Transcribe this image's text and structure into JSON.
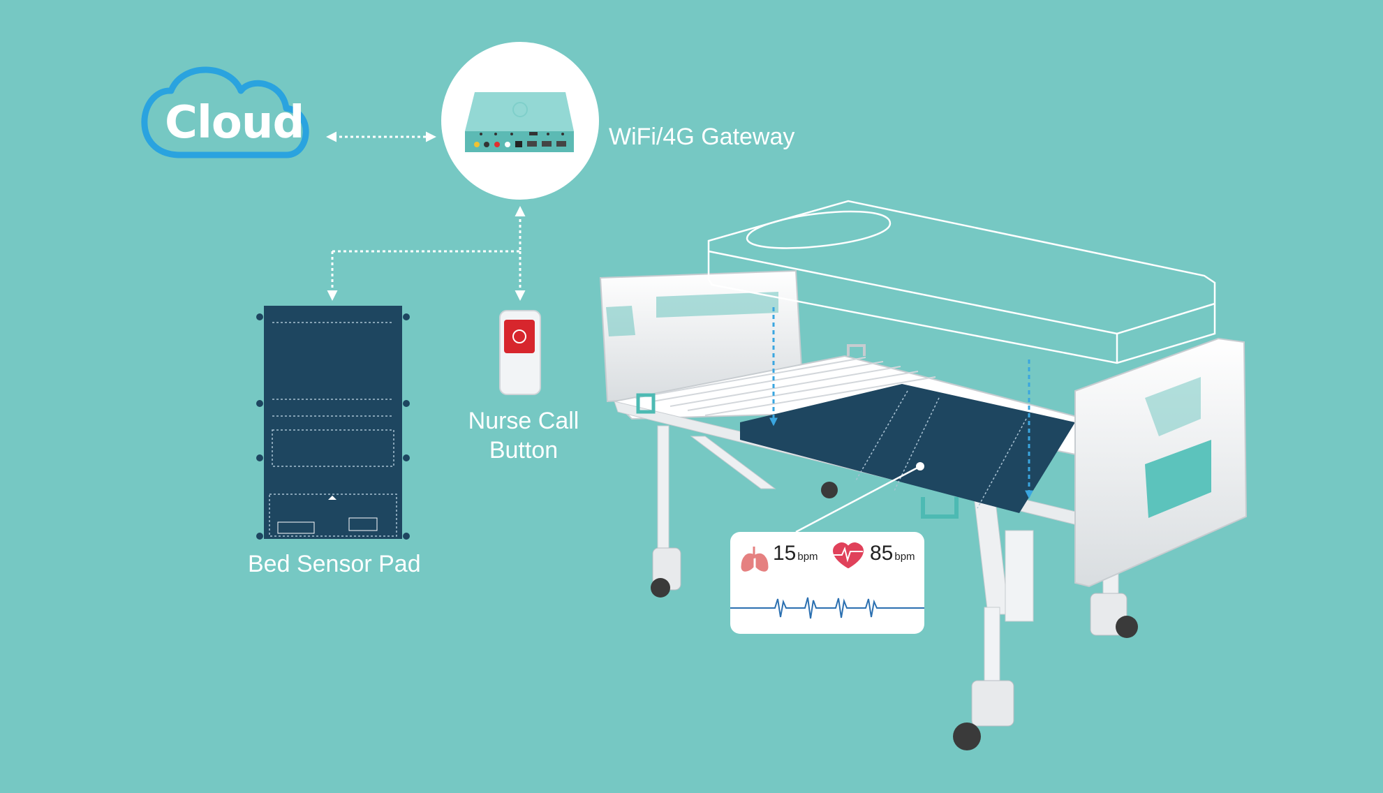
{
  "labels": {
    "cloud": "Cloud",
    "gateway": "WiFi/4G Gateway",
    "nurse_call": "Nurse Call Button",
    "bed_sensor_pad": "Bed Sensor Pad"
  },
  "vitals": {
    "respiration_value": "15",
    "respiration_unit": "bpm",
    "heart_value": "85",
    "heart_unit": "bpm"
  },
  "icons": [
    "cloud-icon",
    "gateway-device-icon",
    "nurse-call-button-icon",
    "bed-sensor-pad-icon",
    "hospital-bed-icon",
    "lungs-icon",
    "heart-icon"
  ],
  "colors": {
    "background": "#76c8c3",
    "cloud_stroke": "#2aa3df",
    "pad": "#1e4660",
    "arrow_blue": "#3aa6e0",
    "heart": "#e0415a",
    "lungs": "#e58080",
    "ecg": "#2a6fb0"
  }
}
